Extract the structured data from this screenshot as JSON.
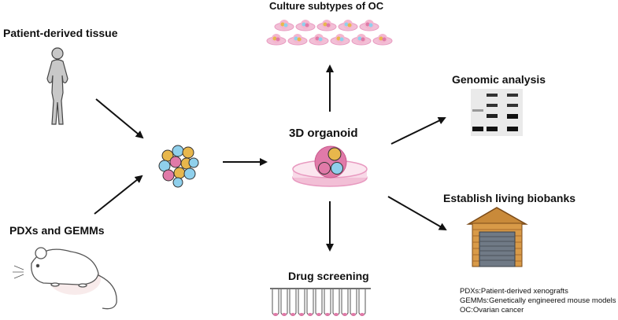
{
  "labels": {
    "patient_tissue": "Patient-derived tissue",
    "pdx_gemm": "PDXs and GEMMs",
    "culture_subtypes": "Culture subtypes of OC",
    "organoid": "3D organoid",
    "genomic": "Genomic analysis",
    "biobanks": "Establish living biobanks",
    "drug_screening": "Drug screening"
  },
  "legend": [
    "PDXs:Patient-derived xenografts",
    "GEMMs:Genetically engineered mouse models",
    "OC:Ovarian cancer"
  ],
  "colors": {
    "cell_yellow": "#e8b74c",
    "cell_blue": "#8fd0ec",
    "cell_pink": "#e07aa8",
    "dish_pink": "#f2bfd6",
    "dish_rim": "#e89ac0",
    "garage_brown": "#c98a3a",
    "garage_door": "#707a86",
    "figure_gray": "#c8c8c8"
  }
}
